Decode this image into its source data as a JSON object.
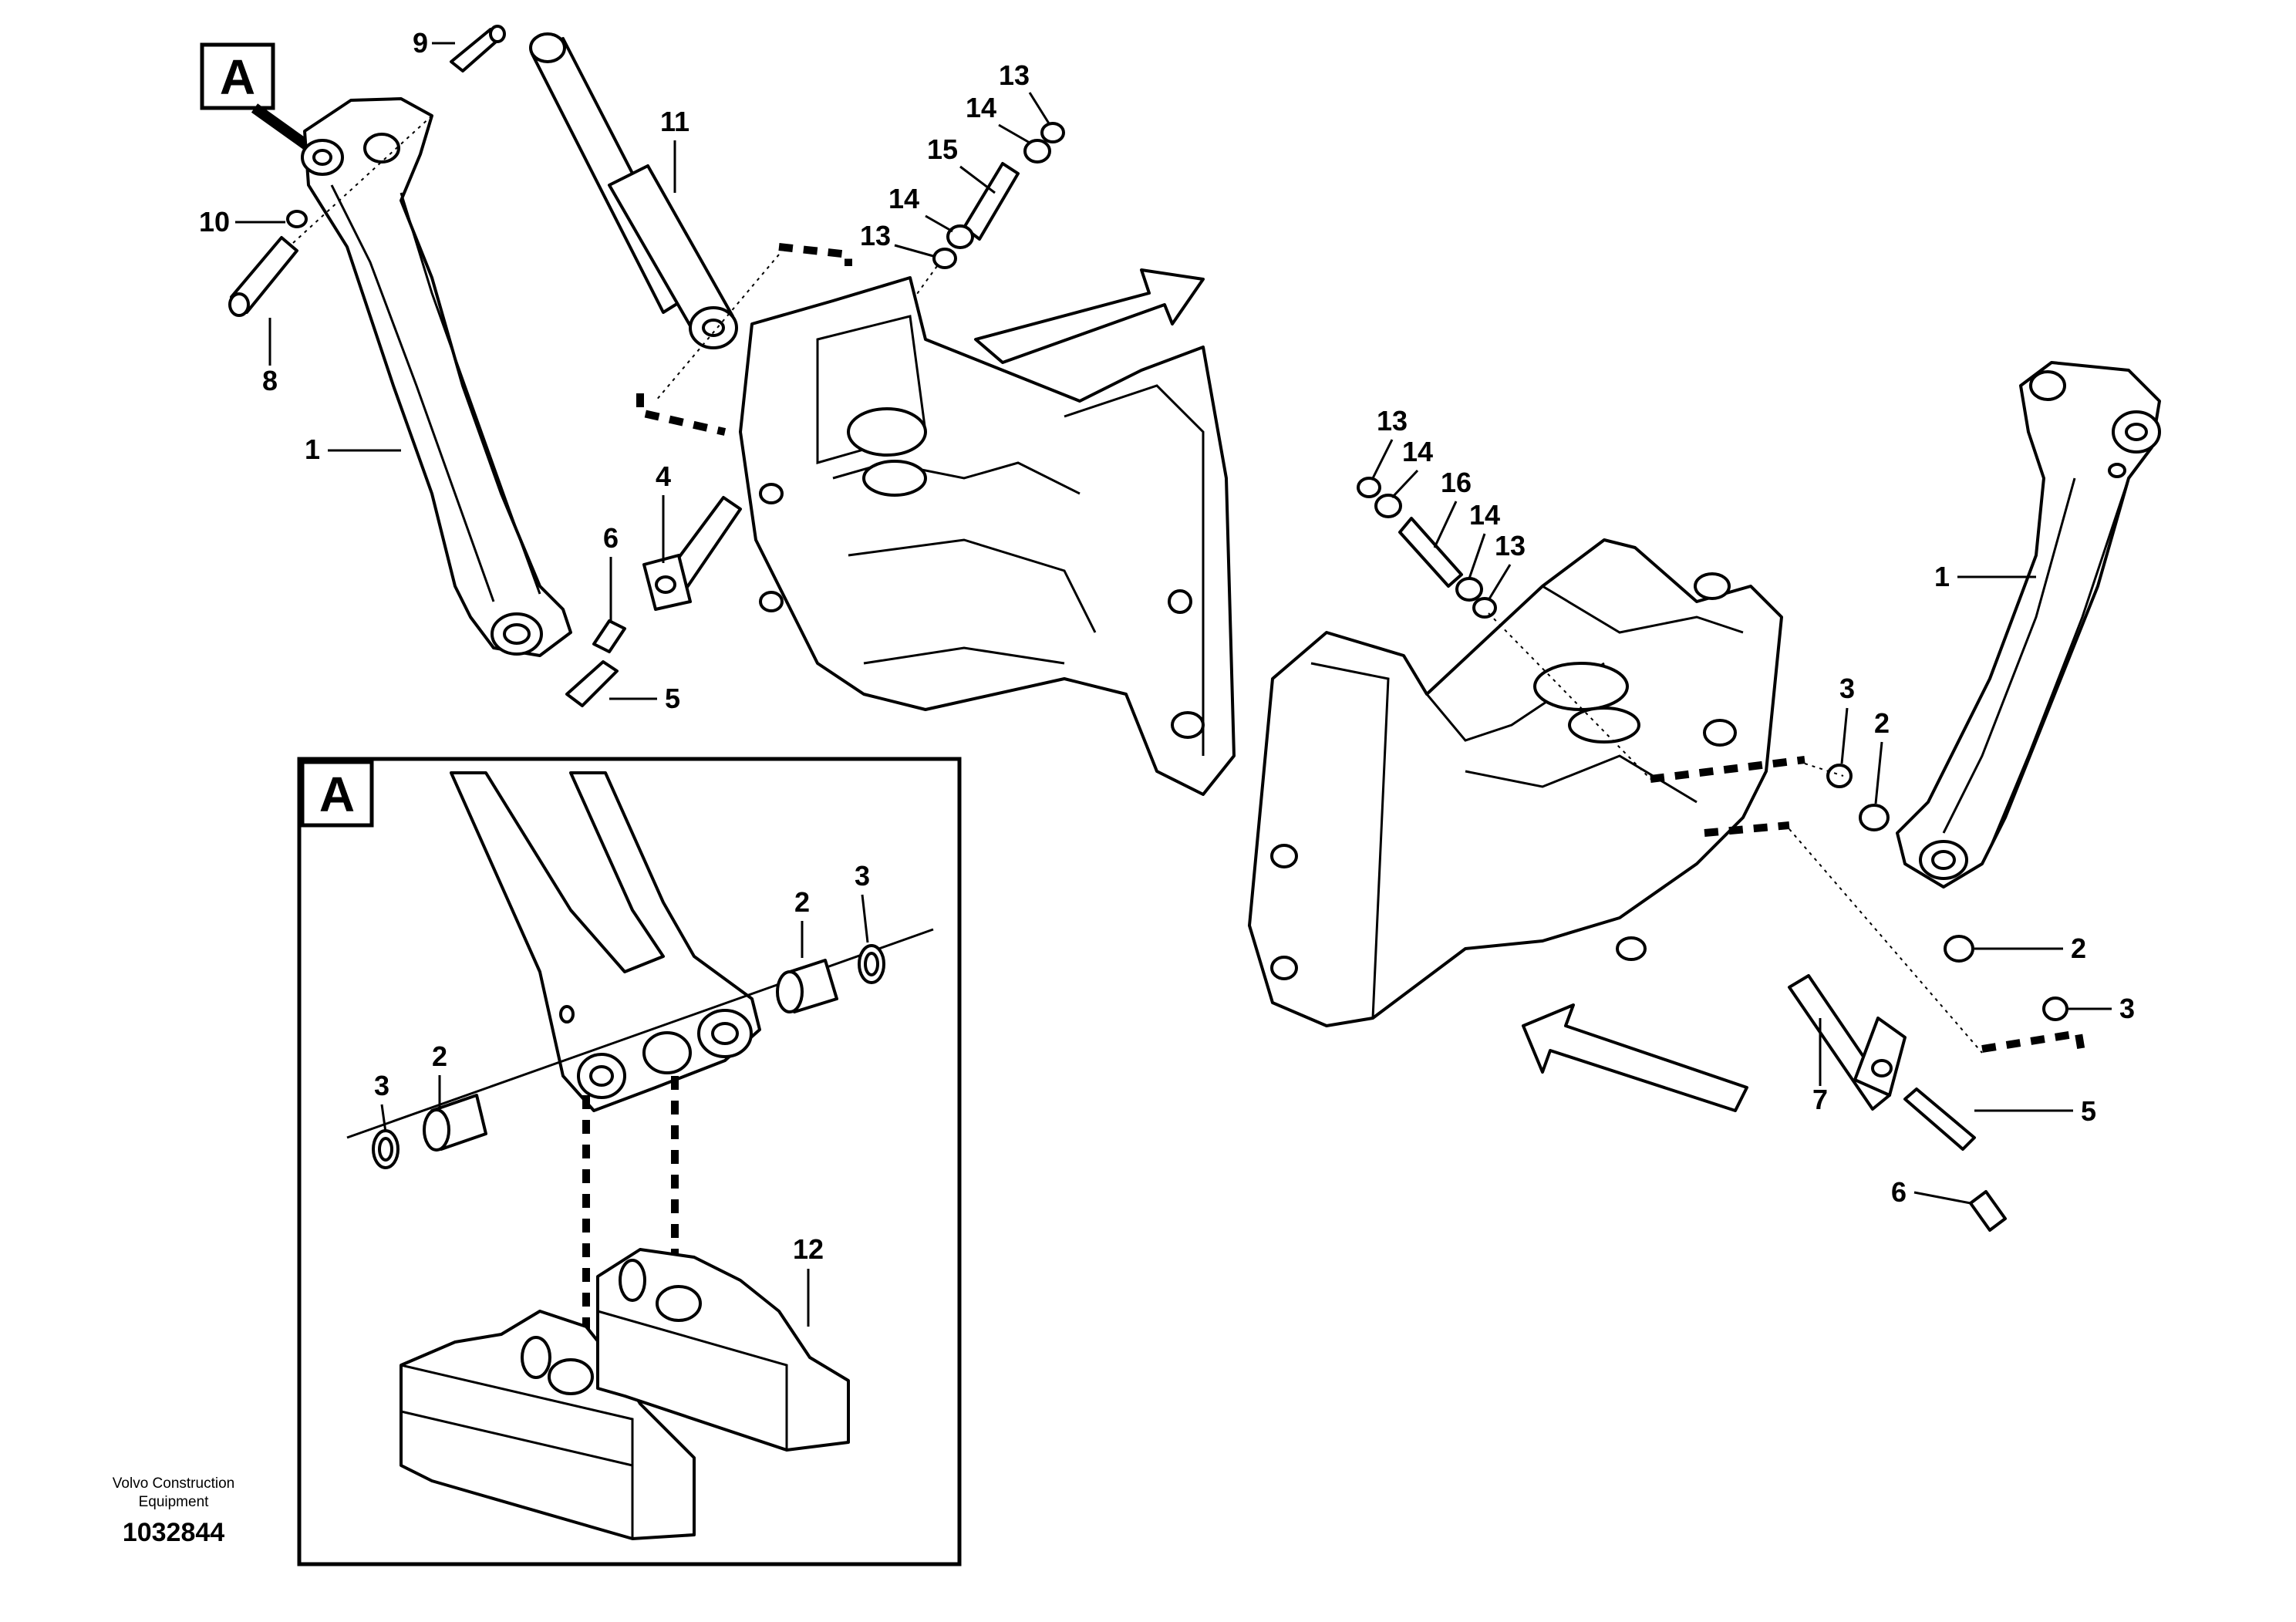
{
  "view_markers": {
    "detail_letter": "A"
  },
  "callouts": {
    "c1_left": "1",
    "c8": "8",
    "c9": "9",
    "c10": "10",
    "c11": "11",
    "c13_top": "13",
    "c14_top": "14",
    "c15": "15",
    "c14_mid": "14",
    "c13_mid": "13",
    "c4": "4",
    "c6_left": "6",
    "c5_left": "5",
    "c13_right": "13",
    "c14_right": "14",
    "c16": "16",
    "c14_right2": "14",
    "c13_right2": "13",
    "c1_right": "1",
    "c3_right": "3",
    "c2_right": "2",
    "c2_right2": "2",
    "c3_right2": "3",
    "c7": "7",
    "c5_right": "5",
    "c6_right": "6",
    "c2_detail_top": "2",
    "c3_detail_top": "3",
    "c2_detail_left": "2",
    "c3_detail_left": "3",
    "c12": "12"
  },
  "footer": {
    "brand_line1": "Volvo Construction",
    "brand_line2": "Equipment",
    "drawing_number": "1032844"
  }
}
